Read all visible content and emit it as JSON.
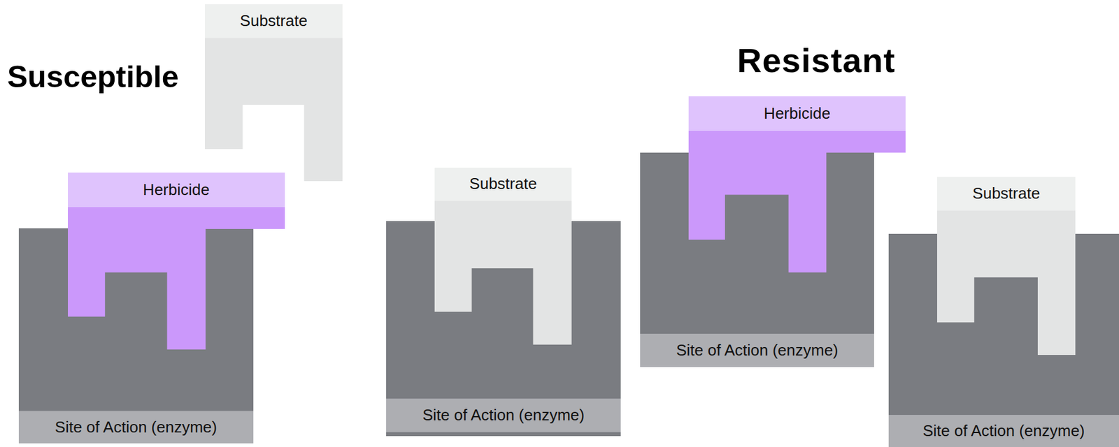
{
  "diagram": {
    "nodes": [
      {
        "text": [
          "Substrate"
        ]
      },
      {
        "text": [
          "Herbicide"
        ]
      },
      {
        "text": [
          "Site of Action (enzyme)"
        ]
      },
      {
        "text": [
          "Substrate"
        ]
      },
      {
        "text": [
          "Site of Action (enzyme)"
        ]
      },
      {
        "text": [
          "Herbicide"
        ]
      },
      {
        "text": [
          "Site of Action (enzyme)"
        ]
      },
      {
        "text": [
          "Substrate"
        ]
      },
      {
        "text": [
          "Site of Action (enzyme)"
        ]
      }
    ],
    "labels": [
      "Susceptible",
      "Resistant"
    ]
  }
}
